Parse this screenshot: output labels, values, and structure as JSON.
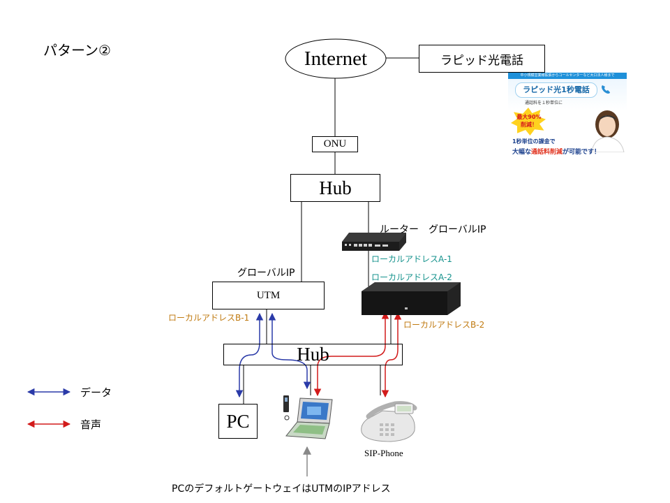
{
  "pattern_title": "パターン②",
  "internet": "Internet",
  "hikari_phone": "ラピッド光電話",
  "onu": "ONU",
  "hub_top": "Hub",
  "hub_bottom": "Hub",
  "router_label": "ルーター　グローバルIP",
  "utm_global_label": "グローバルIP",
  "utm": "UTM",
  "addr_a1": "ローカルアドレスA-1",
  "addr_a2": "ローカルアドレスA-2",
  "addr_b1": "ローカルアドレスB-1",
  "addr_b2": "ローカルアドレスB-2",
  "pc": "PC",
  "sip_phone": "SIP-Phone",
  "legend": {
    "data": "データ",
    "voice": "音声"
  },
  "footnote": "PCのデフォルトゲートウェイはUTMのIPアドレス",
  "colors": {
    "data_arrow": "#2a3aa8",
    "voice_arrow": "#d21a1a",
    "teal_label": "#14928c",
    "orange_label": "#c07a10"
  },
  "ad": {
    "top_strip": "中小規模営業様拡張からコールセンターなど大口法人様まで",
    "title": "ラピッド光1秒電話",
    "subtitle": "通話料を１秒単位に",
    "burst": "最大90%削減！",
    "line1": "1秒単位の課金で",
    "line2_a": "大幅な",
    "line2_b": "通話料削減",
    "line2_c": "が可能です！"
  }
}
